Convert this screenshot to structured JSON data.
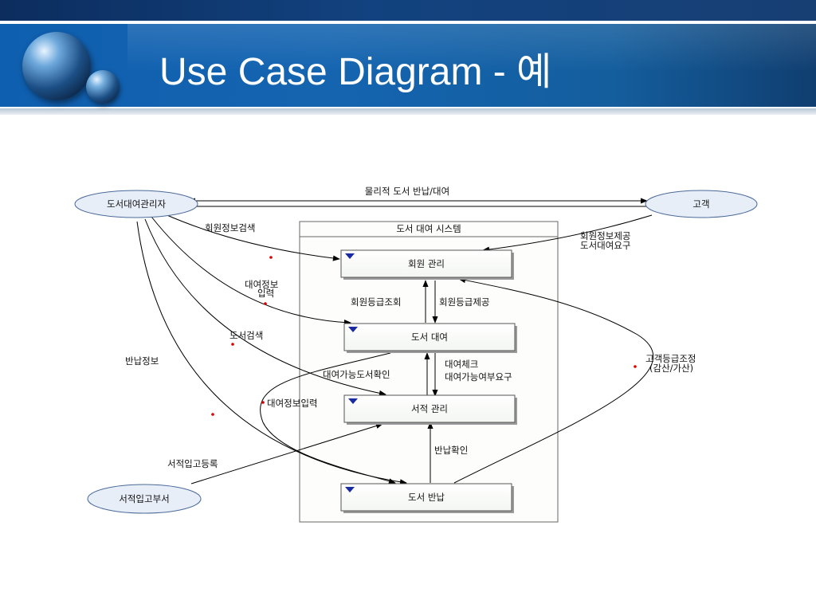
{
  "slide": {
    "title": "Use Case Diagram - 예"
  },
  "diagram": {
    "system_title": "도서 대여 시스템",
    "actors": {
      "manager": "도서대여관리자",
      "customer": "고객",
      "intake_dept": "서적입고부서"
    },
    "use_cases": {
      "member_mgmt": "회원 관리",
      "book_rental": "도서 대여",
      "book_mgmt": "서적 관리",
      "book_return": "도서 반납"
    },
    "labels": {
      "physical_return": "물리적 도서 반납/대여",
      "member_search": "회원정보검색",
      "member_provide_1": "회원정보제공",
      "member_provide_2": "도서대여요구",
      "rental_input_1": "대여정보",
      "rental_input_2": "입력",
      "grade_query": "회원등급조회",
      "grade_provide": "회원등급제공",
      "book_search": "도서검색",
      "return_info": "반납정보",
      "rental_check_1": "대여체크",
      "rental_check_2": "대여가능여부요구",
      "available_check": "대여가능도서확인",
      "grade_adjust_1": "고객등급조정",
      "grade_adjust_2": "(감산/가산)",
      "rental_info_input": "대여정보입력",
      "return_confirm": "반납확인",
      "intake_register": "서적입고등록"
    }
  }
}
